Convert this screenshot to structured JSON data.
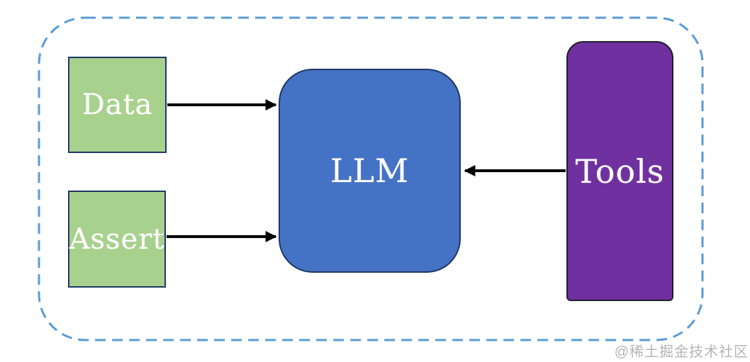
{
  "diagram": {
    "boundary": {
      "style": "dashed-rounded-rectangle",
      "color": "#5b9bd5"
    },
    "nodes": {
      "data": {
        "label": "Data",
        "fill": "#a9d18e",
        "border": "#1f3864",
        "shape": "square"
      },
      "assert": {
        "label": "Assert",
        "fill": "#a9d18e",
        "border": "#1f3864",
        "shape": "square"
      },
      "llm": {
        "label": "LLM",
        "fill": "#4472c4",
        "border": "#1f3864",
        "shape": "rounded-rectangle"
      },
      "tools": {
        "label": "Tools",
        "fill": "#7030a0",
        "border": "#1f1f2e",
        "shape": "top-rounded-rectangle"
      }
    },
    "edges": [
      {
        "from": "Data",
        "to": "LLM",
        "style": "solid-black-arrow"
      },
      {
        "from": "Assert",
        "to": "LLM",
        "style": "solid-black-arrow"
      },
      {
        "from": "Tools",
        "to": "LLM",
        "style": "solid-black-arrow"
      }
    ],
    "arrow_color": "#000000"
  },
  "watermark": {
    "text": "@稀土掘金技术社区",
    "color": "#b5b5b5"
  }
}
